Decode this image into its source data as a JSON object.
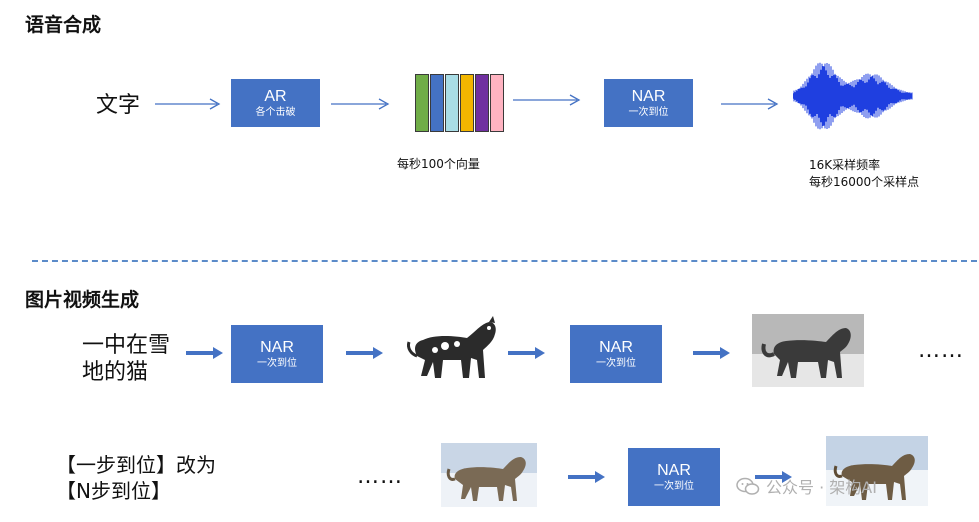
{
  "section1": {
    "title": "语音合成",
    "input_text": "文字",
    "ar_box": {
      "label": "AR",
      "sub": "各个击破"
    },
    "vectors_caption": "每秒100个向量",
    "vector_colors": [
      "#70ad47",
      "#4472c4",
      "#a9dde6",
      "#f2b600",
      "#7030a0",
      "#ffb3c1"
    ],
    "nar_box": {
      "label": "NAR",
      "sub": "一次到位"
    },
    "wave_caption_1": "16K采样频率",
    "wave_caption_2": "每秒16000个采样点"
  },
  "section2": {
    "title": "图片视频生成",
    "prompt_line_1": "一中在雪",
    "prompt_line_2": "地的猫",
    "nar_box_1": {
      "label": "NAR",
      "sub": "一次到位"
    },
    "nar_box_2": {
      "label": "NAR",
      "sub": "一次到位"
    },
    "ellipsis_1": "……",
    "note_line_1": "【一步到位】改为",
    "note_line_2": "【N步到位】",
    "ellipsis_2": "……",
    "nar_box_3": {
      "label": "NAR",
      "sub": "一次到位"
    }
  },
  "watermark": {
    "text": "公众号 · 架构AI",
    "icon": "wechat-icon"
  },
  "colors": {
    "box": "#4472c4",
    "arrow": "#4472c4",
    "dash": "#5b8bc9"
  }
}
